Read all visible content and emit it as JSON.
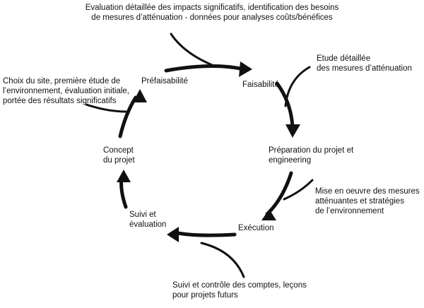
{
  "stages": {
    "prefaisabilite": "Préfaisabilité",
    "faisabilite": "Faisabilité",
    "preparation": [
      "Préparation du projet et",
      "engineering"
    ],
    "execution": "Exécution",
    "suivi": [
      "Suivi et",
      "évaluation"
    ],
    "concept": [
      "Concept",
      "du projet"
    ]
  },
  "inputs": {
    "top": [
      "Evaluation détaillée des impacts significatifs, identification des besoins",
      "de mesures d’atténuation - données pour analyses coûts/bénéfices"
    ],
    "top_right": [
      "Etude détaillée",
      "des mesures d’atténuation"
    ],
    "right": [
      "Mise en oeuvre des mesures",
      "atténuantes et stratégies",
      "de l’environnement"
    ],
    "bottom": [
      "Suivi et contrôle des comptes, leçons",
      "pour projets futurs"
    ],
    "left": [
      "Choix du site, première étude de",
      "l’environnement, évaluation initiale,",
      "portée des résultats significatifs"
    ]
  },
  "colors": {
    "ink": "#111111",
    "background": "#ffffff"
  }
}
